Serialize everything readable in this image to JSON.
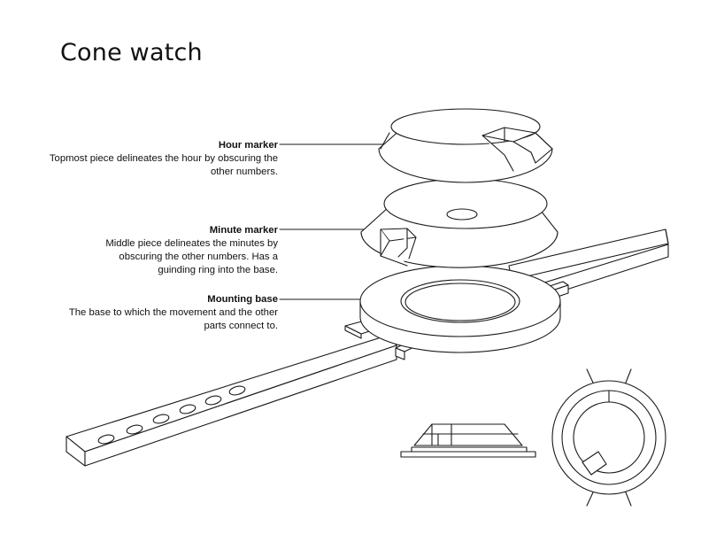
{
  "title": "Cone watch",
  "parts": [
    {
      "name": "Hour marker",
      "description": "Topmost piece delineates the hour by obscuring the other numbers."
    },
    {
      "name": "Minute marker",
      "description": "Middle piece delineates the minutes by obscuring the other numbers. Has a guinding ring into the base."
    },
    {
      "name": "Mounting base",
      "description": "The base to which the movement and the other parts connect to."
    }
  ],
  "colors": {
    "line": "#1a1a1a",
    "background": "#ffffff"
  }
}
